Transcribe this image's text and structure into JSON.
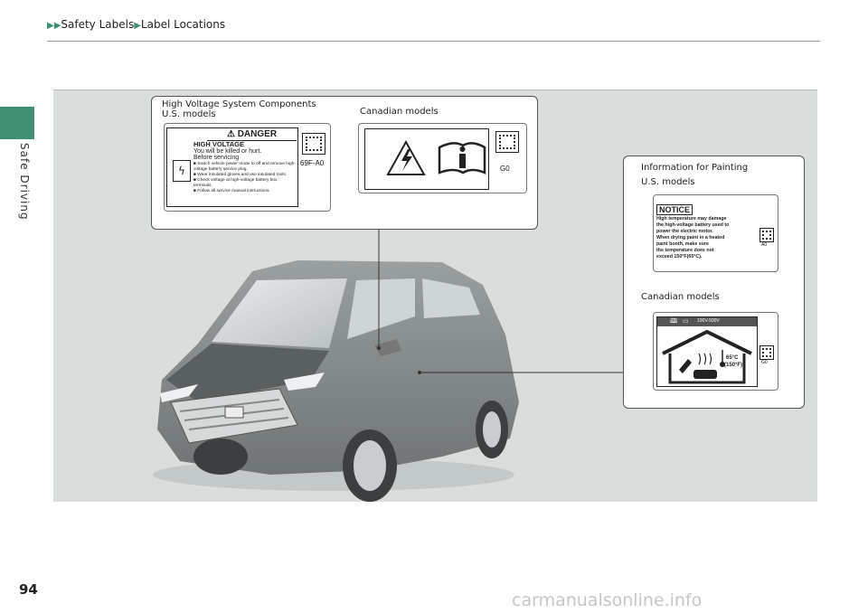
{
  "breadcrumb": {
    "part1": "Safety Labels",
    "part2": "Label Locations"
  },
  "side_tab": "Safe Driving",
  "page_number": "94",
  "watermark": "carmanualsonline.info",
  "hv_callout": {
    "title": "High Voltage System Components",
    "us_caption": "U.S. models",
    "canadian_caption": "Canadian models",
    "danger_header": "DANGER",
    "danger_title": "HIGH VOLTAGE",
    "danger_line1": "You will be killed or hurt.",
    "danger_line2": "Before servicing",
    "danger_bullets": [
      "Switch vehicle power mode to off and remove high-voltage battery service plug.",
      "Wear insulated gloves and use insulated tools.",
      "Check voltage at high-voltage battery box terminals.",
      "Follow all service manual instructions."
    ],
    "us_code": "69F-A0",
    "canadian_code": "G0"
  },
  "paint_callout": {
    "title": "Information for Painting",
    "us_caption": "U.S. models",
    "notice_header": "NOTICE",
    "notice_text": [
      "High temperature may damage",
      "the high-voltage battery used to",
      "power the electric motor.",
      "When drying paint in a heated",
      "paint booth, make sure",
      "the temperature does not",
      "exceed 150°F(65°C)."
    ],
    "us_code": "A0",
    "canadian_caption": "Canadian models",
    "canadian_voltage": "100V-500V",
    "temp_c": "65°C",
    "temp_f": "(150°F)",
    "canadian_code": "G0"
  },
  "colors": {
    "accent": "#3f8f72",
    "panel": "#d9dedd"
  }
}
